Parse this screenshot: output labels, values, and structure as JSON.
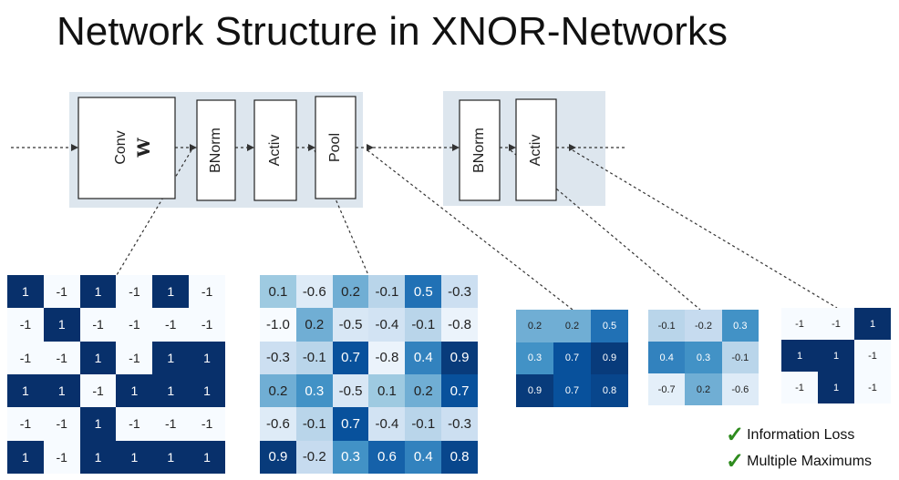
{
  "title": "Network Structure in XNOR-Networks",
  "blocks": {
    "conv_label": "Conv",
    "conv_weight": "W",
    "bnorm1": "BNorm",
    "activ1": "Activ",
    "pool": "Pool",
    "bnorm2": "BNorm",
    "activ2": "Activ"
  },
  "matrices": {
    "binary_weights": [
      [
        "1",
        "-1",
        "1",
        "-1",
        "1",
        "-1"
      ],
      [
        "-1",
        "1",
        "-1",
        "-1",
        "-1",
        "-1"
      ],
      [
        "-1",
        "-1",
        "1",
        "-1",
        "1",
        "1"
      ],
      [
        "1",
        "1",
        "-1",
        "1",
        "1",
        "1"
      ],
      [
        "-1",
        "-1",
        "1",
        "-1",
        "-1",
        "-1"
      ],
      [
        "1",
        "-1",
        "1",
        "1",
        "1",
        "1"
      ]
    ],
    "pool_input": [
      [
        "0.1",
        "-0.6",
        "0.2",
        "-0.1",
        "0.5",
        "-0.3"
      ],
      [
        "-1.0",
        "0.2",
        "-0.5",
        "-0.4",
        "-0.1",
        "-0.8"
      ],
      [
        "-0.3",
        "-0.1",
        "0.7",
        "-0.8",
        "0.4",
        "0.9"
      ],
      [
        "0.2",
        "0.3",
        "-0.5",
        "0.1",
        "0.2",
        "0.7"
      ],
      [
        "-0.6",
        "-0.1",
        "0.7",
        "-0.4",
        "-0.1",
        "-0.3"
      ],
      [
        "0.9",
        "-0.2",
        "0.3",
        "0.6",
        "0.4",
        "0.8"
      ]
    ],
    "pool_output": [
      [
        "0.2",
        "0.2",
        "0.5"
      ],
      [
        "0.3",
        "0.7",
        "0.9"
      ],
      [
        "0.9",
        "0.7",
        "0.8"
      ]
    ],
    "bnorm_output": [
      [
        "-0.1",
        "-0.2",
        "0.3"
      ],
      [
        "0.4",
        "0.3",
        "-0.1"
      ],
      [
        "-0.7",
        "0.2",
        "-0.6"
      ]
    ],
    "activ_output": [
      [
        "-1",
        "-1",
        "1"
      ],
      [
        "1",
        "1",
        "-1"
      ],
      [
        "-1",
        "1",
        "-1"
      ]
    ]
  },
  "checks": [
    "Information Loss",
    "Multiple Maximums"
  ],
  "colors": {
    "block_bg": "#dde6ee",
    "dark_cell": "#08306b",
    "light_cell": "#f7fbff",
    "check": "#2e8b1e"
  }
}
